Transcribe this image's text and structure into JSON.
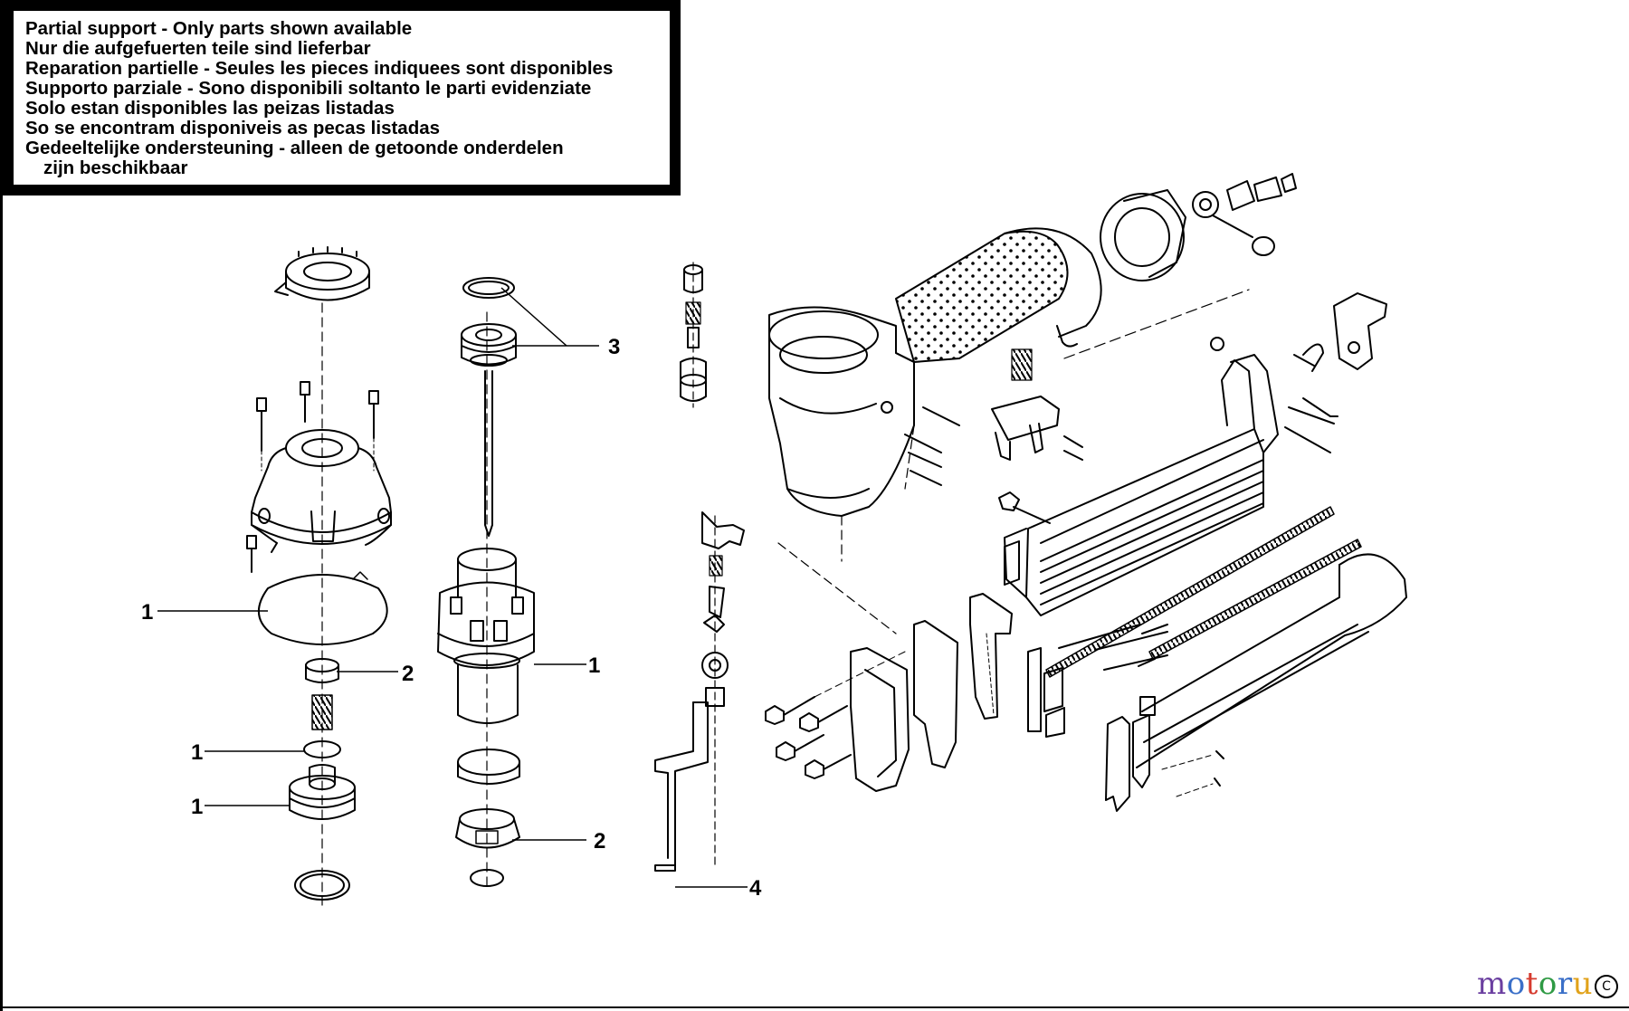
{
  "notice": {
    "lines": [
      "Partial support - Only parts shown available",
      "Nur die aufgefuerten teile sind lieferbar",
      "Reparation partielle - Seules les pieces indiquees sont disponibles",
      "Supporto parziale - Sono disponibili soltanto le parti evidenziate",
      "Solo estan disponibles las peizas listadas",
      "So se encontram disponiveis as pecas listadas",
      "Gedeeltelijke ondersteuning - alleen de getoonde onderdelen",
      "zijn beschikbaar"
    ]
  },
  "callouts": {
    "left_oring": "1",
    "left_bumper": "2",
    "left_washer": "1",
    "left_piston_seal": "1",
    "piston_driver": "3",
    "cylinder": "1",
    "cylinder_base": "2",
    "pin": "4"
  },
  "watermark": {
    "letters": [
      "m",
      "o",
      "t",
      "o",
      "r",
      "u"
    ],
    "copyright": "C"
  }
}
